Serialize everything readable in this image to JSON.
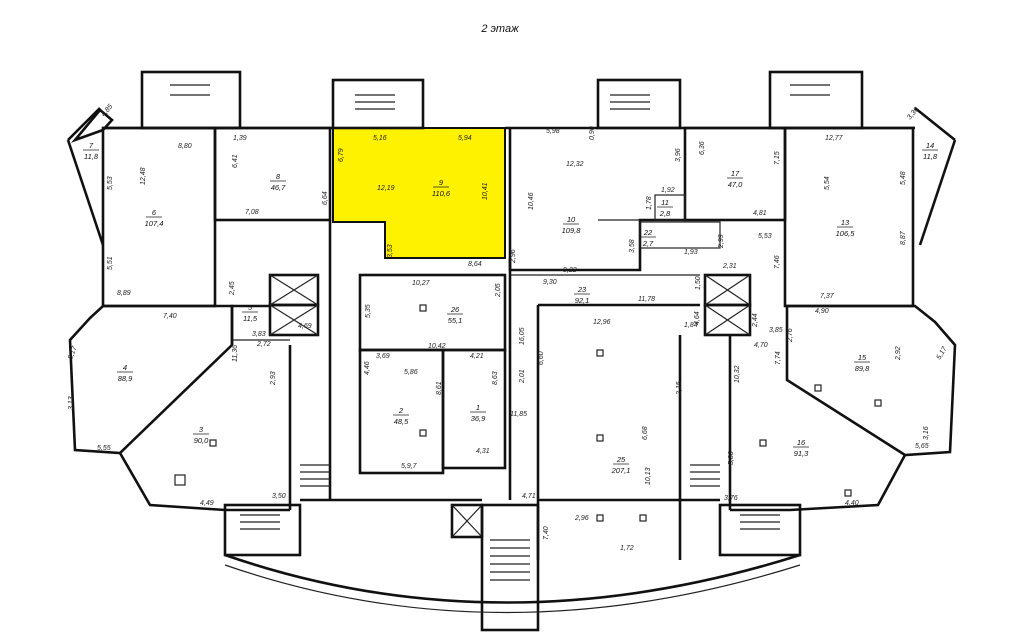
{
  "title": "2 этаж",
  "highlight_color": "#FFF200",
  "highlighted_room": "9",
  "rooms": [
    {
      "num": "1",
      "area": "36,9"
    },
    {
      "num": "2",
      "area": "48,5"
    },
    {
      "num": "3",
      "area": "90,0"
    },
    {
      "num": "4",
      "area": "88,9"
    },
    {
      "num": "5",
      "area": "11,5"
    },
    {
      "num": "6",
      "area": "107,4"
    },
    {
      "num": "7",
      "area": "11,8"
    },
    {
      "num": "8",
      "area": "46,7"
    },
    {
      "num": "9",
      "area": "110,6"
    },
    {
      "num": "10",
      "area": "109,8"
    },
    {
      "num": "11",
      "area": "2,8"
    },
    {
      "num": "22",
      "area": "2,7"
    },
    {
      "num": "13",
      "area": "106,5"
    },
    {
      "num": "14",
      "area": "11,8"
    },
    {
      "num": "15",
      "area": "89,8"
    },
    {
      "num": "16",
      "area": "91,3"
    },
    {
      "num": "17",
      "area": "47,0"
    },
    {
      "num": "23",
      "area": "92,1"
    },
    {
      "num": "26",
      "area": "55,1"
    },
    {
      "num": "25",
      "area": "207,1"
    }
  ],
  "dimensions": [
    "8,80",
    "12,48",
    "5,53",
    "5,51",
    "8,89",
    "7,40",
    "1,39",
    "6,41",
    "7,08",
    "6,64",
    "4,85",
    "5,16",
    "5,94",
    "6,79",
    "12,19",
    "10,41",
    "3,53",
    "8,64",
    "5,98",
    "0,90",
    "12,32",
    "3,96",
    "10,46",
    "1,92",
    "1,78",
    "9,22",
    "3,58",
    "2,96",
    "9,30",
    "10,27",
    "2,05",
    "5,35",
    "10,42",
    "3,69",
    "5,86",
    "4,46",
    "8,61",
    "4,21",
    "8,63",
    "4,31",
    "5,9,7",
    "16,05",
    "2,01",
    "11,85",
    "11,78",
    "12,96",
    "6,60",
    "6,36",
    "7,15",
    "4,81",
    "5,53",
    "1,93",
    "2,99",
    "7,46",
    "12,77",
    "5,54",
    "5,48",
    "8,87",
    "7,37",
    "4,90",
    "3,36",
    "2,31",
    "1,50",
    "1,84",
    "4,64",
    "2,44",
    "3,85",
    "4,70",
    "2,76",
    "7,74",
    "10,32",
    "2,92",
    "5,17",
    "3,16",
    "5,65",
    "4,40",
    "3,76",
    "5,86",
    "2,15",
    "6,68",
    "10,13",
    "2,96",
    "1,72",
    "4,71",
    "7,40",
    "4,69",
    "2,45",
    "3,83",
    "2,72",
    "11,36",
    "2,93",
    "5,17",
    "3,13",
    "5,55",
    "4,49",
    "3,50"
  ]
}
